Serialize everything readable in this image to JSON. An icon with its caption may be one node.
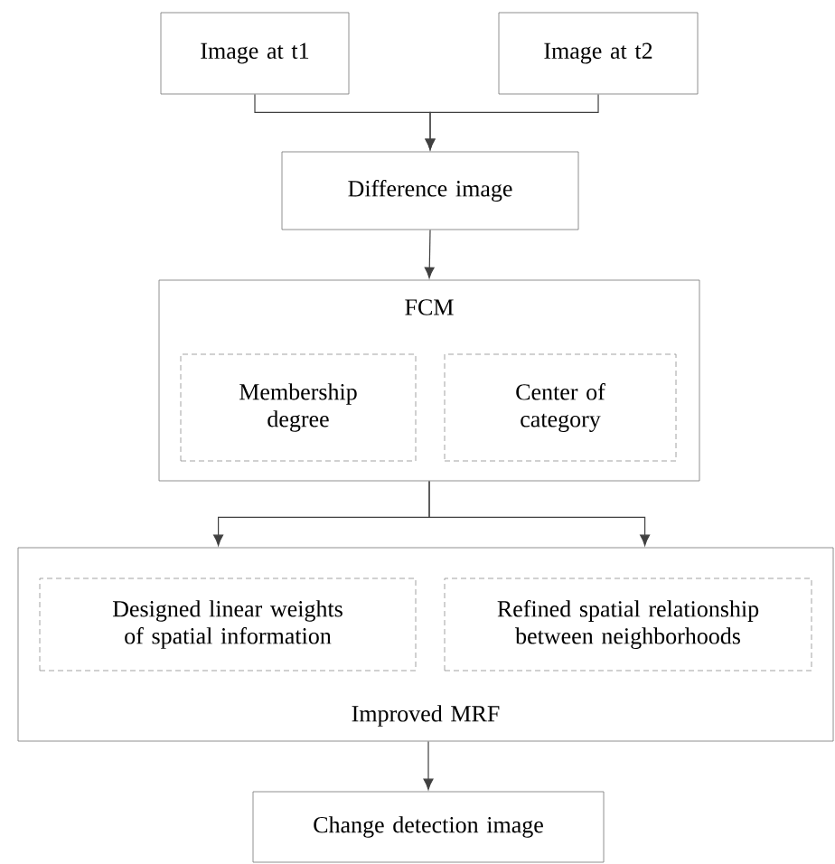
{
  "diagram": {
    "nodes": [
      {
        "text": [
          "Image at t1"
        ]
      },
      {
        "text": [
          "Image at t2"
        ]
      },
      {
        "text": [
          "Difference image"
        ]
      },
      {
        "text": [
          "FCM"
        ]
      },
      {
        "text": [
          "Membership degree"
        ],
        "in": 3
      },
      {
        "text": [
          "Center of category"
        ],
        "in": 3
      },
      {
        "text": [
          "Improved MRF"
        ]
      },
      {
        "text": [
          "Designed linear weights of spatial information"
        ],
        "in": 6
      },
      {
        "text": [
          "Refined spatial relationship between neighborhoods"
        ],
        "in": 6
      },
      {
        "text": [
          "Change detection image"
        ]
      }
    ],
    "edges": [
      {
        "from": 0,
        "to": 2,
        "arrow": "to"
      },
      {
        "from": 1,
        "to": 2,
        "arrow": "to"
      },
      {
        "from": 2,
        "to": 3,
        "arrow": "to"
      },
      {
        "from": 3,
        "to": 6,
        "arrow": "to"
      },
      {
        "from": 3,
        "to": 6,
        "arrow": "to"
      },
      {
        "from": 6,
        "to": 9,
        "arrow": "to"
      }
    ]
  }
}
